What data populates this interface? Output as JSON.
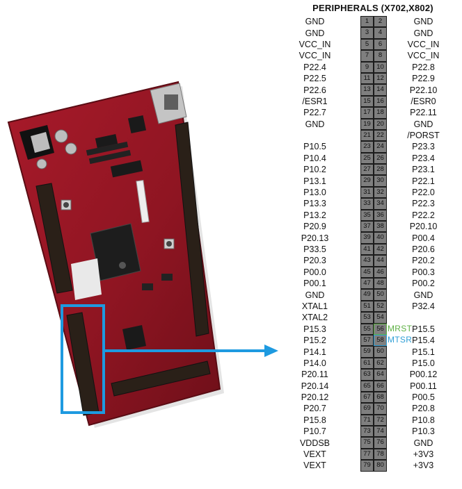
{
  "title": "PERIPHERALS (X702,X802)",
  "colors": {
    "board": "#8f1522",
    "highlight": "#1e9ae0",
    "pin_cell": "#7f7f7f",
    "mrst": "#5db043",
    "mtsr": "#2f9fd6"
  },
  "pins": [
    {
      "left": "GND",
      "a": "1",
      "b": "2",
      "right": "GND"
    },
    {
      "left": "GND",
      "a": "3",
      "b": "4",
      "right": "GND"
    },
    {
      "left": "VCC_IN",
      "a": "5",
      "b": "6",
      "right": "VCC_IN"
    },
    {
      "left": "VCC_IN",
      "a": "7",
      "b": "8",
      "right": "VCC_IN"
    },
    {
      "left": "P22.4",
      "a": "9",
      "b": "10",
      "right": "P22.8"
    },
    {
      "left": "P22.5",
      "a": "11",
      "b": "12",
      "right": "P22.9"
    },
    {
      "left": "P22.6",
      "a": "13",
      "b": "14",
      "right": "P22.10"
    },
    {
      "left": "/ESR1",
      "a": "15",
      "b": "16",
      "right": "/ESR0"
    },
    {
      "left": "P22.7",
      "a": "17",
      "b": "18",
      "right": "P22.11"
    },
    {
      "left": "GND",
      "a": "19",
      "b": "20",
      "right": "GND"
    },
    {
      "left": "",
      "a": "21",
      "b": "22",
      "right": "/PORST"
    },
    {
      "left": "P10.5",
      "a": "23",
      "b": "24",
      "right": "P23.3"
    },
    {
      "left": "P10.4",
      "a": "25",
      "b": "26",
      "right": "P23.4"
    },
    {
      "left": "P10.2",
      "a": "27",
      "b": "28",
      "right": "P23.1"
    },
    {
      "left": "P13.1",
      "a": "29",
      "b": "30",
      "right": "P22.1"
    },
    {
      "left": "P13.0",
      "a": "31",
      "b": "32",
      "right": "P22.0"
    },
    {
      "left": "P13.3",
      "a": "33",
      "b": "34",
      "right": "P22.3"
    },
    {
      "left": "P13.2",
      "a": "35",
      "b": "36",
      "right": "P22.2"
    },
    {
      "left": "P20.9",
      "a": "37",
      "b": "38",
      "right": "P20.10"
    },
    {
      "left": "P20.13",
      "a": "39",
      "b": "40",
      "right": "P00.4"
    },
    {
      "left": "P33.5",
      "a": "41",
      "b": "42",
      "right": "P20.6"
    },
    {
      "left": "P20.3",
      "a": "43",
      "b": "44",
      "right": "P20.2"
    },
    {
      "left": "P00.0",
      "a": "45",
      "b": "46",
      "right": "P00.3"
    },
    {
      "left": "P00.1",
      "a": "47",
      "b": "48",
      "right": "P00.2"
    },
    {
      "left": "GND",
      "a": "49",
      "b": "50",
      "right": "GND"
    },
    {
      "left": "XTAL1",
      "a": "51",
      "b": "52",
      "right": "P32.4"
    },
    {
      "left": "XTAL2",
      "a": "53",
      "b": "54",
      "right": ""
    },
    {
      "left": "P15.3",
      "a": "55",
      "b": "56",
      "right": "P15.5"
    },
    {
      "left": "P15.2",
      "a": "57",
      "b": "58",
      "right": "P15.4"
    },
    {
      "left": "P14.1",
      "a": "59",
      "b": "60",
      "right": "P15.1"
    },
    {
      "left": "P14.0",
      "a": "61",
      "b": "62",
      "right": "P15.0"
    },
    {
      "left": "P20.11",
      "a": "63",
      "b": "64",
      "right": "P00.12"
    },
    {
      "left": "P20.14",
      "a": "65",
      "b": "66",
      "right": "P00.11"
    },
    {
      "left": "P20.12",
      "a": "67",
      "b": "68",
      "right": "P00.5"
    },
    {
      "left": "P20.7",
      "a": "69",
      "b": "70",
      "right": "P20.8"
    },
    {
      "left": "P15.8",
      "a": "71",
      "b": "72",
      "right": "P10.8"
    },
    {
      "left": "P10.7",
      "a": "73",
      "b": "74",
      "right": "P10.3"
    },
    {
      "left": "VDDSB",
      "a": "75",
      "b": "76",
      "right": "GND"
    },
    {
      "left": "VEXT",
      "a": "77",
      "b": "78",
      "right": "+3V3"
    },
    {
      "left": "VEXT",
      "a": "79",
      "b": "80",
      "right": "+3V3"
    }
  ],
  "annotations": {
    "mrst": "MRST",
    "mtsr": "MTSR"
  }
}
